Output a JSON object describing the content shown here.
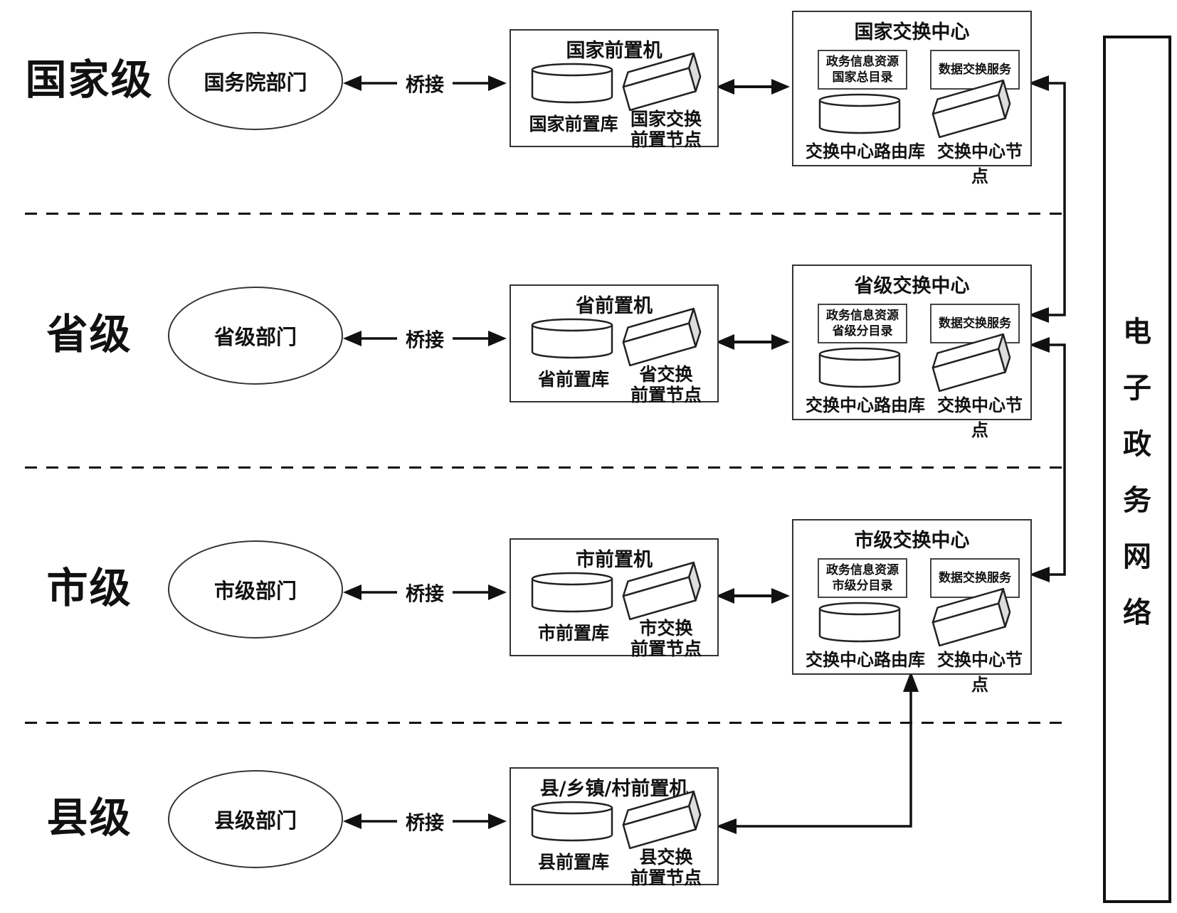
{
  "diagram": {
    "network": {
      "title": "电子政务网络",
      "chars": [
        "电",
        "子",
        "政",
        "务",
        "网",
        "络"
      ]
    },
    "bridge_label": "桥接",
    "levels": [
      {
        "name": "国家级",
        "department": "国务院部门",
        "front": {
          "title": "国家前置机",
          "db": "国家前置库",
          "node1": "国家交换",
          "node2": "前置节点"
        },
        "center": {
          "title": "国家交换中心",
          "cat1": "政务信息资源",
          "cat2": "国家总目录",
          "svc": "数据交换服务",
          "router": "交换中心路由库",
          "node": "交换中心节点"
        }
      },
      {
        "name": "省级",
        "department": "省级部门",
        "front": {
          "title": "省前置机",
          "db": "省前置库",
          "node1": "省交换",
          "node2": "前置节点"
        },
        "center": {
          "title": "省级交换中心",
          "cat1": "政务信息资源",
          "cat2": "省级分目录",
          "svc": "数据交换服务",
          "router": "交换中心路由库",
          "node": "交换中心节点"
        }
      },
      {
        "name": "市级",
        "department": "市级部门",
        "front": {
          "title": "市前置机",
          "db": "市前置库",
          "node1": "市交换",
          "node2": "前置节点"
        },
        "center": {
          "title": "市级交换中心",
          "cat1": "政务信息资源",
          "cat2": "市级分目录",
          "svc": "数据交换服务",
          "router": "交换中心路由库",
          "node": "交换中心节点"
        }
      },
      {
        "name": "县级",
        "department": "县级部门",
        "front": {
          "title": "县/乡镇/村前置机",
          "db": "县前置库",
          "node1": "县交换",
          "node2": "前置节点"
        }
      }
    ],
    "colors": {
      "line": "#111111",
      "slab_side": "#dddddd",
      "background": "#ffffff"
    }
  }
}
